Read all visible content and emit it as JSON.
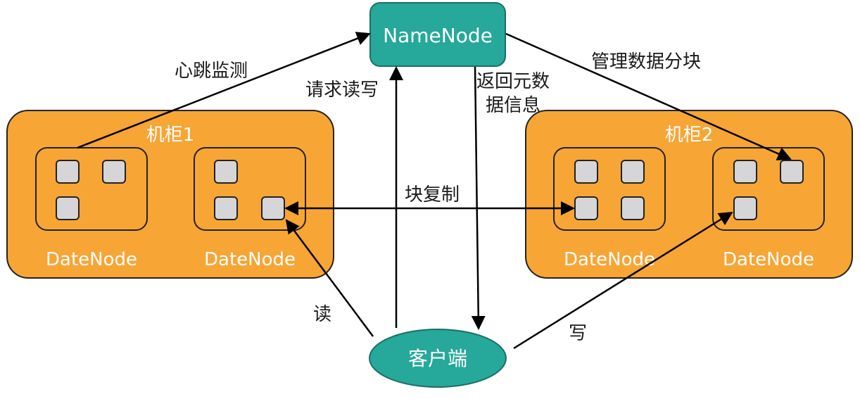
{
  "colors": {
    "teal": "#26a89a",
    "orange": "#f7a535",
    "block": "#d6d6d8",
    "line": "#000000"
  },
  "nodes": {
    "namenode": "NameNode",
    "client": "客户端"
  },
  "racks": [
    {
      "label": "机柜1",
      "datanodes": [
        "DateNode",
        "DateNode"
      ]
    },
    {
      "label": "机柜2",
      "datanodes": [
        "DateNode",
        "DateNode"
      ]
    }
  ],
  "edges": {
    "heartbeat": "心跳监测",
    "request_rw": "请求读写",
    "return_meta_line1": "返回元数",
    "return_meta_line2": "据信息",
    "manage_blocks": "管理数据分块",
    "replication": "块复制",
    "read": "读",
    "write": "写"
  }
}
